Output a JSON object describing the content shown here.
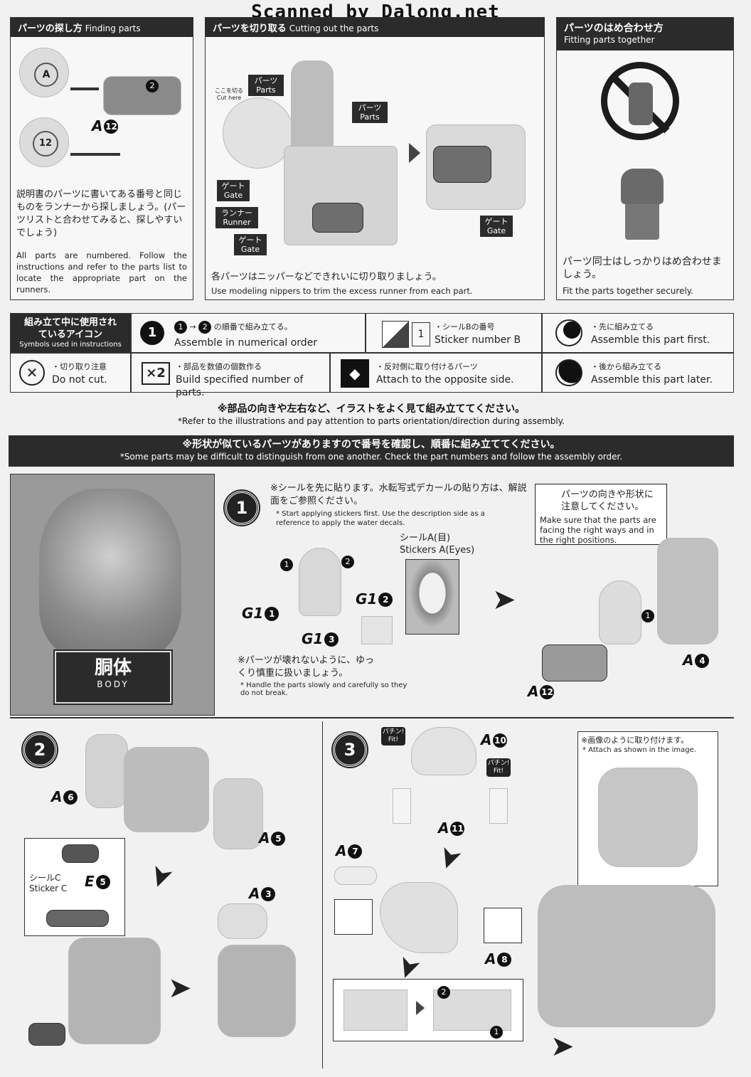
{
  "scanner": "Scanned by Dalong.net",
  "finding": {
    "title_jp": "パーツの探し方",
    "title_en": "Finding parts",
    "label_a12": "A",
    "label_a12_num": "12",
    "runner_tag": "A",
    "runner_tag_num": "12",
    "step_num": "2",
    "desc_jp": "説明書のパーツに書いてある番号と同じものをランナーから探しましょう。(パーツリストと合わせてみると、探しやすいでしょう)",
    "desc_en": "All parts are numbered. Follow the instructions and refer to the parts list to locate the appropriate part on the runners."
  },
  "cutting": {
    "title_jp": "パーツを切り取る",
    "title_en": "Cutting out the parts",
    "cut_here_jp": "ここを切る",
    "cut_here_en": "Cut here",
    "parts_jp": "パーツ",
    "parts_en": "Parts",
    "gate_jp": "ゲート",
    "gate_en": "Gate",
    "runner_jp": "ランナー",
    "runner_en": "Runner",
    "desc_jp": "各パーツはニッパーなどできれいに切り取りましょう。",
    "desc_en": "Use modeling nippers to trim the excess runner from each part."
  },
  "fitting": {
    "title_jp": "パーツのはめ合わせ方",
    "title_en": "Fitting parts together",
    "desc_jp": "パーツ同士はしっかりはめ合わせましょう。",
    "desc_en": "Fit the parts together securely."
  },
  "legend": {
    "head_jp": "組み立て中に使用されているアイコン",
    "head_en": "Symbols used in instructions",
    "order_jp": "の順番で組み立てる。",
    "order_en": "Assemble in numerical order",
    "sticker_jp": "・シールBの番号",
    "sticker_en": "Sticker number B",
    "sticker_num": "1",
    "first_jp": "・先に組み立てる",
    "first_en": "Assemble this part first.",
    "nocut_jp": "・切り取り注意",
    "nocut_en": "Do not cut.",
    "x2": "×2",
    "multi_jp": "・部品を数値の個数作る",
    "multi_en": "Build specified number of parts.",
    "opp_jp": "・反対側に取り付けるパーツ",
    "opp_en": "Attach to the opposite side.",
    "later_jp": "・後から組み立てる",
    "later_en": "Assemble this part later."
  },
  "banners": {
    "b1_jp": "※部品の向きや左右など、イラストをよく見て組み立ててください。",
    "b1_en": "*Refer to the illustrations and pay attention to parts orientation/direction during assembly.",
    "b2_jp": "※形状が似ているパーツがありますので番号を確認し、順番に組み立ててください。",
    "b2_en": "*Some parts may be difficult to distinguish from one another. Check the part numbers and follow the assembly order."
  },
  "body_label": {
    "jp": "胴体",
    "en": "BODY"
  },
  "step1": {
    "num": "1",
    "note_jp": "※シールを先に貼ります。水転写式デカールの貼り方は、解説面をご参照ください。",
    "note_en": "* Start applying stickers first. Use the description side as a reference to apply the water decals.",
    "caution_jp": "パーツの向きや形状に注意してください。",
    "caution_en": "Make sure that the parts are facing the right ways and in the right positions.",
    "sticker_jp": "シールA(目)",
    "sticker_en": "Stickers A(Eyes)",
    "handle_jp": "※パーツが壊れないように、ゆっくり慎重に扱いましょう。",
    "handle_en": "* Handle the parts slowly and carefully so they do not break.",
    "parts": [
      "G1",
      "G1",
      "G1",
      "A",
      "A"
    ],
    "nums": [
      "1",
      "2",
      "3",
      "4",
      "12"
    ]
  },
  "step2": {
    "num": "2",
    "sticker_c_jp": "シールC",
    "sticker_c_en": "Sticker C",
    "a6": "A",
    "a6n": "6",
    "a5": "A",
    "a5n": "5",
    "a3": "A",
    "a3n": "3",
    "e5": "E",
    "e5n": "5"
  },
  "step3": {
    "num": "3",
    "fit_jp": "パチン!",
    "fit_en": "Fit!",
    "attach_jp": "※画像のように取り付けます。",
    "attach_en": "* Attach as shown in the image.",
    "a10": "A",
    "a10n": "10",
    "a11": "A",
    "a11n": "11",
    "a7": "A",
    "a7n": "7",
    "a8": "A",
    "a8n": "8"
  }
}
